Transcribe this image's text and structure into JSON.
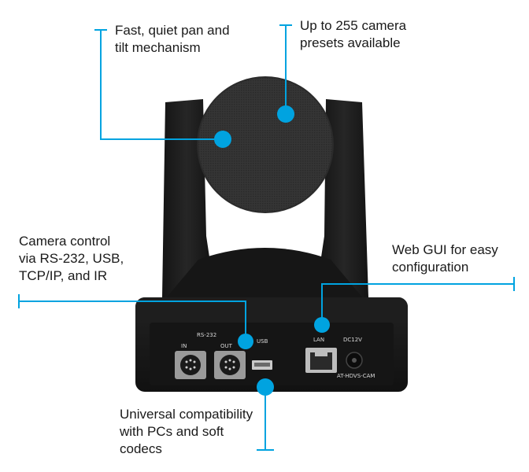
{
  "colors": {
    "accent": "#00a3e0",
    "camera_body": "#1c1c1c",
    "lens_mesh": "#3a3a3a",
    "text": "#1a1a1a"
  },
  "callouts": {
    "pan_tilt": "Fast, quiet pan and\ntilt mechanism",
    "presets": "Up to 255 camera\npresets available",
    "control": "Camera control\nvia RS-232, USB,\nTCP/IP, and IR",
    "web_gui": "Web GUI for easy\nconfiguration",
    "compat": "Universal compatibility\nwith PCs and soft\ncodecs"
  },
  "panel_labels": {
    "rs232": "RS-232",
    "in": "IN",
    "out": "OUT",
    "usb": "USB",
    "lan": "LAN",
    "dc": "DC12V",
    "model": "AT-HDVS-CAM"
  }
}
